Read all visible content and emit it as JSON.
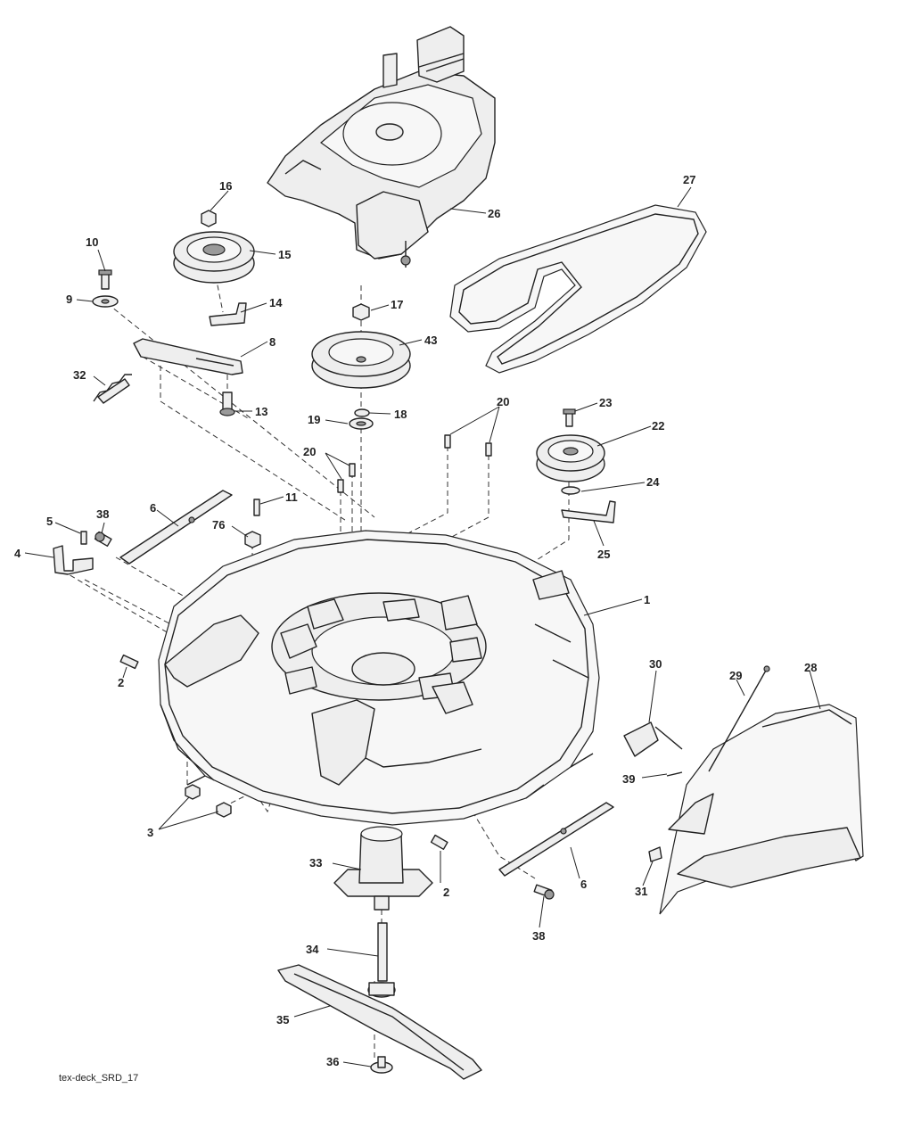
{
  "diagram_id": "tex-deck_SRD_17",
  "callouts": {
    "c1": "1",
    "c2a": "2",
    "c2b": "2",
    "c3": "3",
    "c4": "4",
    "c5": "5",
    "c6a": "6",
    "c6b": "6",
    "c8": "8",
    "c9": "9",
    "c10": "10",
    "c11": "11",
    "c13": "13",
    "c14": "14",
    "c15": "15",
    "c16": "16",
    "c17": "17",
    "c18": "18",
    "c19": "19",
    "c20a": "20",
    "c20b": "20",
    "c22": "22",
    "c23": "23",
    "c24": "24",
    "c25": "25",
    "c26": "26",
    "c27": "27",
    "c28": "28",
    "c29": "29",
    "c30": "30",
    "c31": "31",
    "c32": "32",
    "c33": "33",
    "c34": "34",
    "c35": "35",
    "c36": "36",
    "c38a": "38",
    "c38b": "38",
    "c39": "39",
    "c43": "43",
    "c76": "76"
  }
}
